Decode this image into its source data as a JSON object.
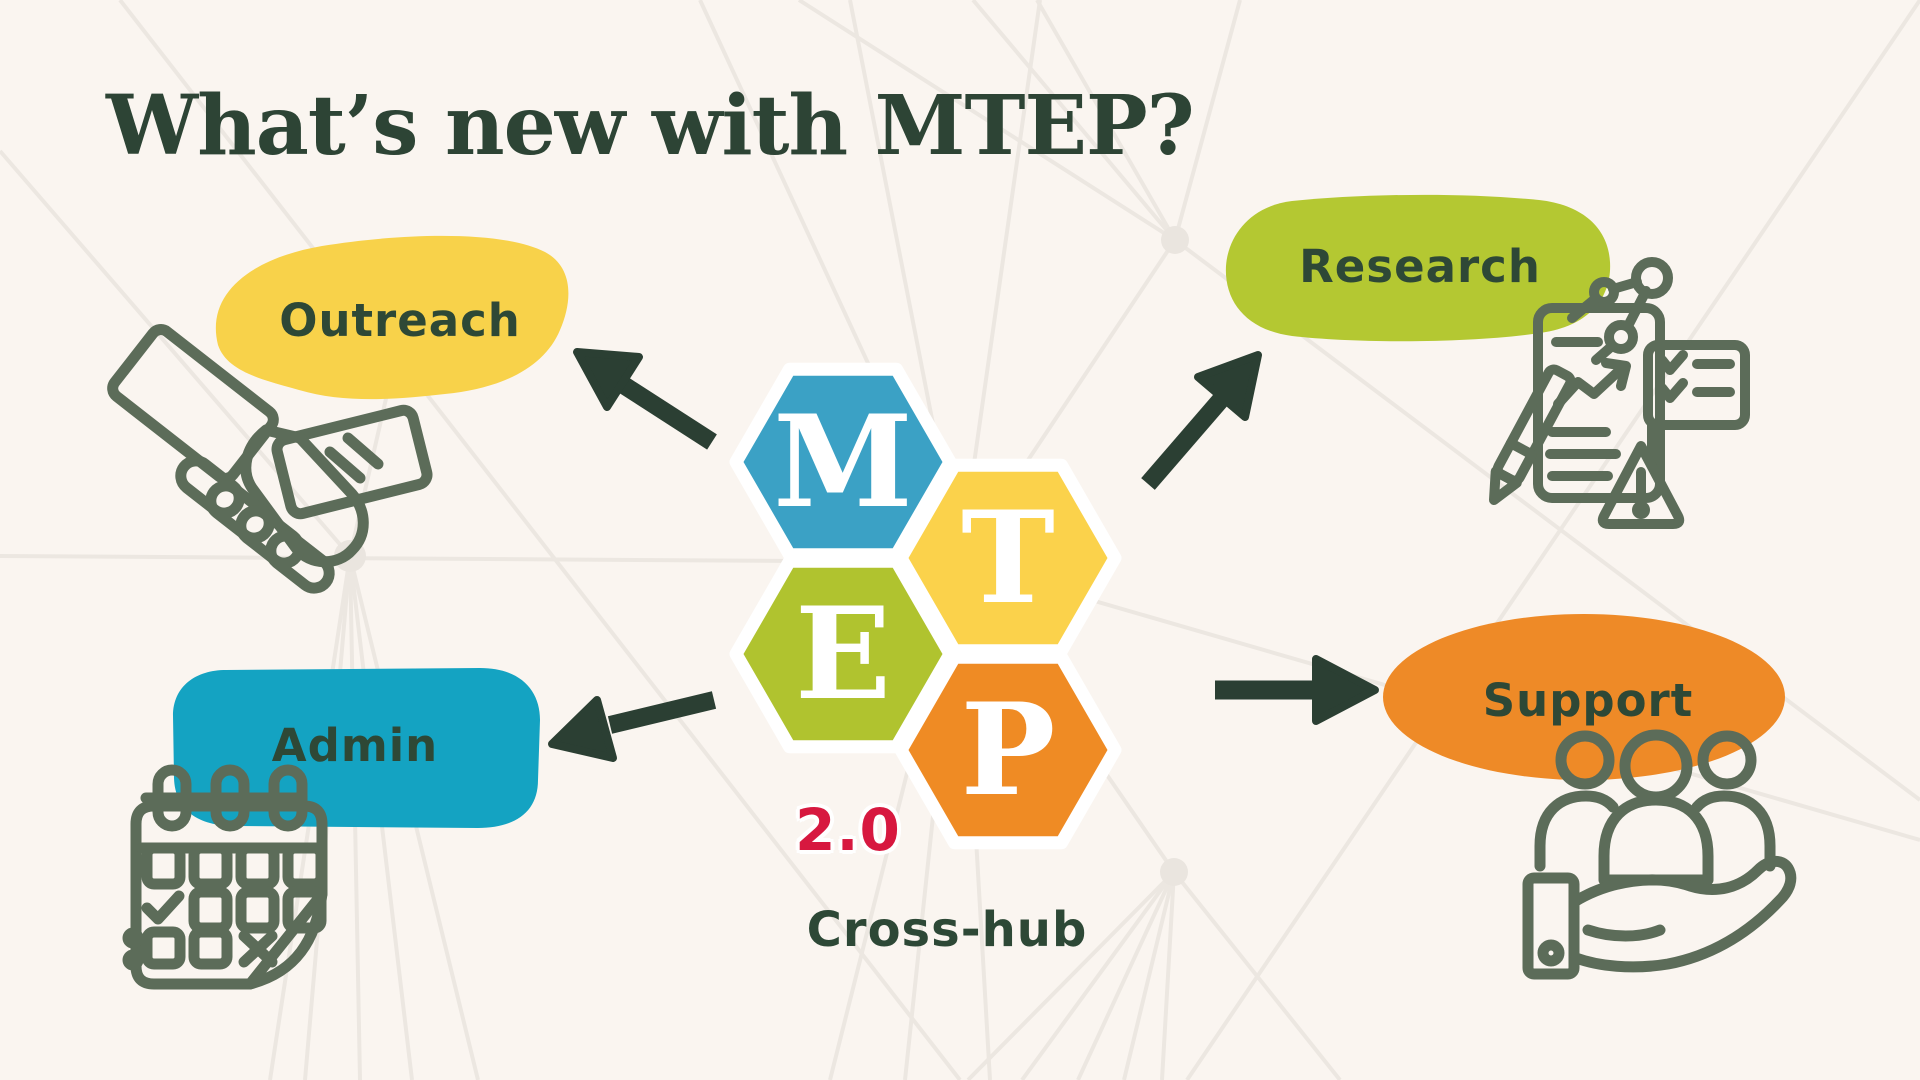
{
  "title": "What’s new with MTEP?",
  "hexagons": [
    {
      "letter": "M",
      "color": "#3ba1c5"
    },
    {
      "letter": "T",
      "color": "#fbd24b"
    },
    {
      "letter": "E",
      "color": "#b0c32f"
    },
    {
      "letter": "P",
      "color": "#ef8b24"
    }
  ],
  "version_badge": "2.0",
  "center_caption": "Cross-hub",
  "nodes": [
    {
      "label": "Outreach",
      "blob_color": "#f8d24a",
      "icon": "handshake-icon"
    },
    {
      "label": "Research",
      "blob_color": "#b4c832",
      "icon": "research-clipboard-icon"
    },
    {
      "label": "Admin",
      "blob_color": "#14a3c2",
      "icon": "calendar-icon"
    },
    {
      "label": "Support",
      "blob_color": "#ee8a27",
      "icon": "people-in-hand-icon"
    }
  ],
  "colors": {
    "background": "#faf5f0",
    "title_text": "#2d4435",
    "label_text": "#2e4836",
    "arrow": "#2b3f33",
    "icon_stroke": "#5c6c59",
    "version_text": "#d7183f",
    "hex_letter": "#ffffff",
    "network_line": "#ece7e1"
  }
}
